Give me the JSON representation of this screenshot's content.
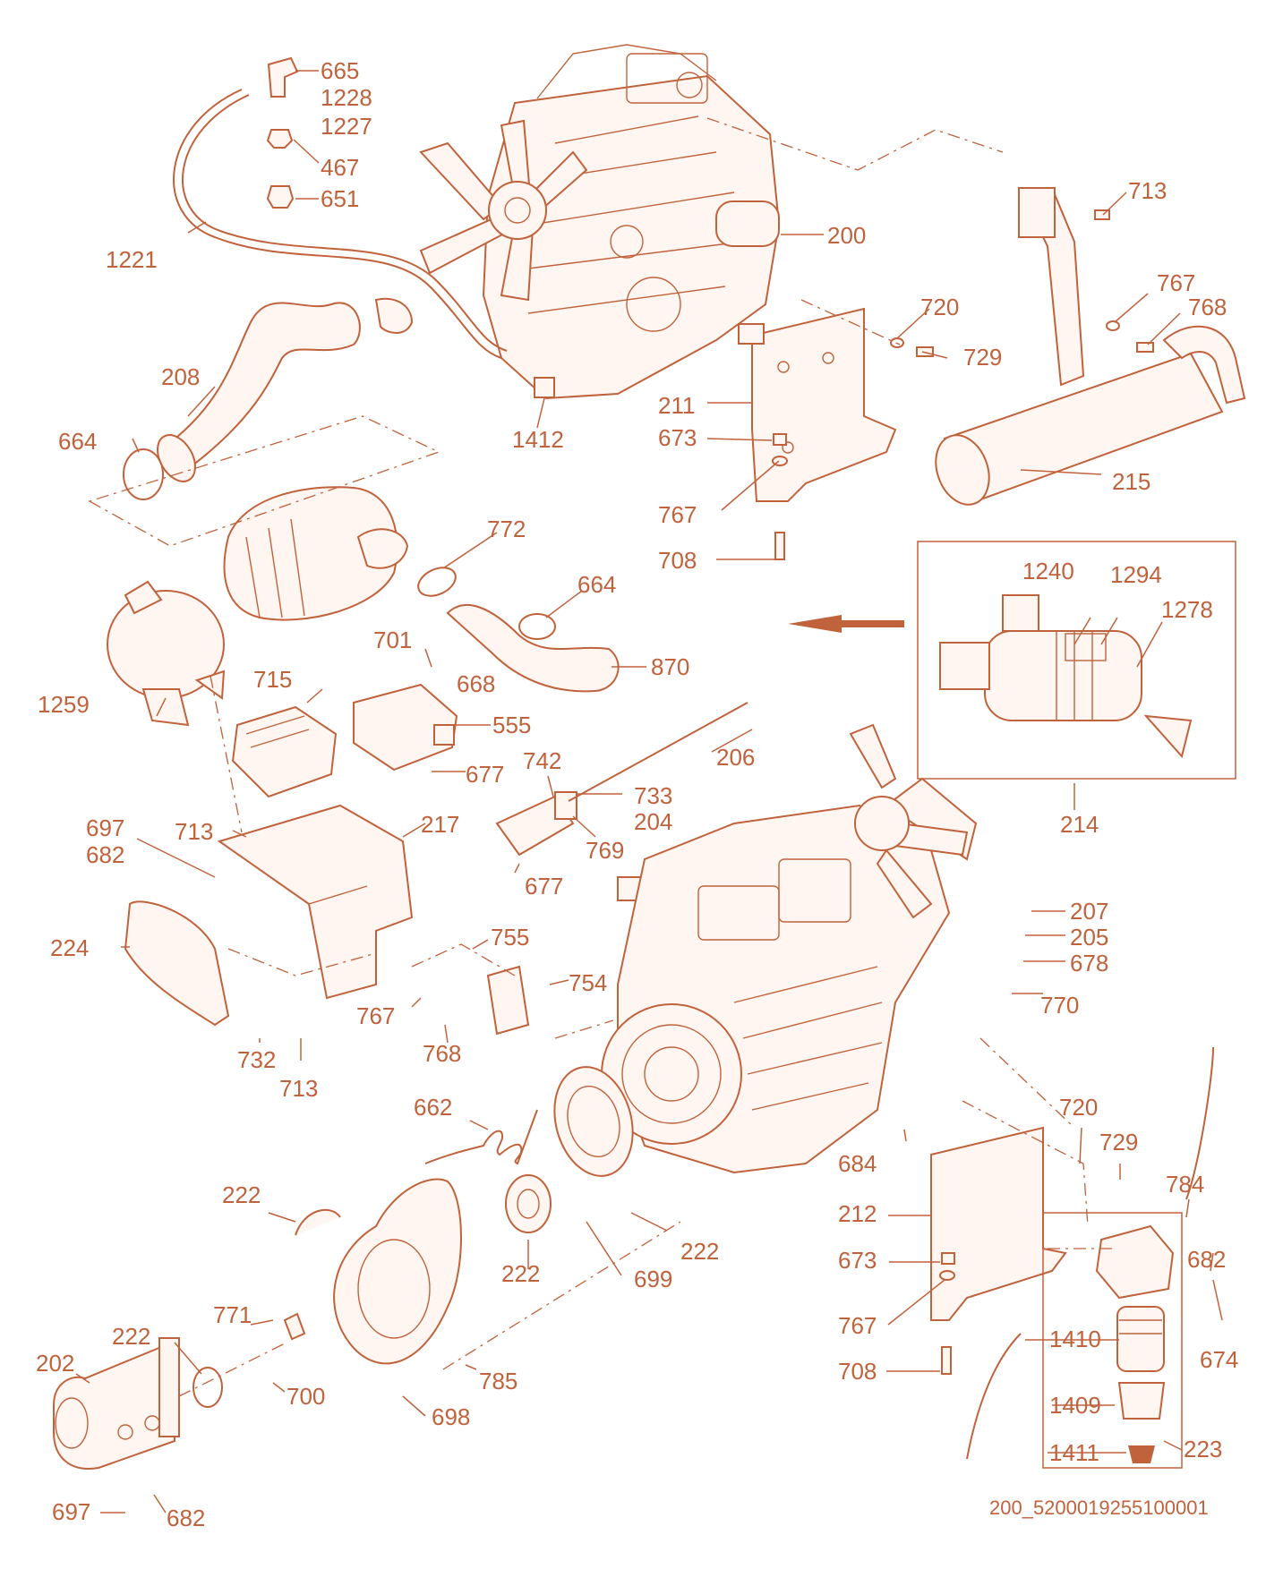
{
  "diagram": {
    "accent_color": "#c0623c",
    "background": "#ffffff",
    "labels": [
      "665",
      "1228",
      "1227",
      "467",
      "651",
      "1221",
      "200",
      "713",
      "720",
      "767",
      "768",
      "729",
      "208",
      "211",
      "673",
      "1412",
      "664",
      "215",
      "767",
      "708",
      "772",
      "664",
      "701",
      "668",
      "870",
      "1259",
      "715",
      "555",
      "1240",
      "1294",
      "1278",
      "206",
      "677",
      "742",
      "733",
      "204",
      "214",
      "697",
      "682",
      "713",
      "217",
      "769",
      "677",
      "207",
      "205",
      "678",
      "224",
      "755",
      "754",
      "770",
      "767",
      "768",
      "732",
      "713",
      "662",
      "720",
      "729",
      "684",
      "784",
      "222",
      "212",
      "682",
      "673",
      "222",
      "222",
      "699",
      "767",
      "674",
      "1410",
      "771",
      "222",
      "202",
      "700",
      "708",
      "785",
      "1409",
      "698",
      "223",
      "1411",
      "697",
      "682"
    ],
    "footer_code": "200_5200019255100001"
  }
}
